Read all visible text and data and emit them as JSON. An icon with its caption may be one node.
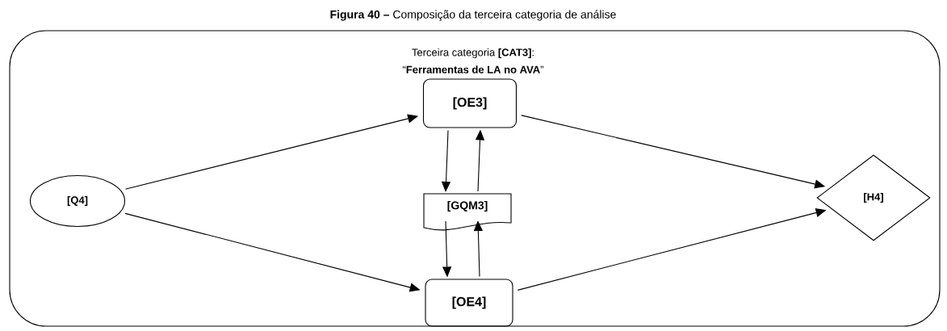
{
  "diagram": {
    "title": "**Figura 40 –** Composição da terceira categoria de análise",
    "nodes": [
      {
        "text": [
          "Terceira categoria **[CAT3]**:",
          "“**Ferramentas de LA no AVA**”"
        ]
      },
      {
        "text": [
          "[Q4]"
        ],
        "in": 0
      },
      {
        "text": [
          "[OE3]"
        ],
        "in": 0
      },
      {
        "text": [
          "[GQM3]"
        ],
        "in": 0
      },
      {
        "text": [
          "[OE4]"
        ],
        "in": 0
      },
      {
        "text": [
          "[H4]"
        ],
        "in": 0
      }
    ],
    "edges": [
      {
        "from": 1,
        "to": 2,
        "arrow": "to"
      },
      {
        "from": 1,
        "to": 4,
        "arrow": "to"
      },
      {
        "from": 2,
        "to": 3,
        "arrow": "to"
      },
      {
        "from": 3,
        "to": 2,
        "arrow": "to"
      },
      {
        "from": 3,
        "to": 4,
        "arrow": "to"
      },
      {
        "from": 4,
        "to": 3,
        "arrow": "to"
      },
      {
        "from": 2,
        "to": 5,
        "arrow": "to"
      },
      {
        "from": 4,
        "to": 5,
        "arrow": "to"
      }
    ]
  }
}
